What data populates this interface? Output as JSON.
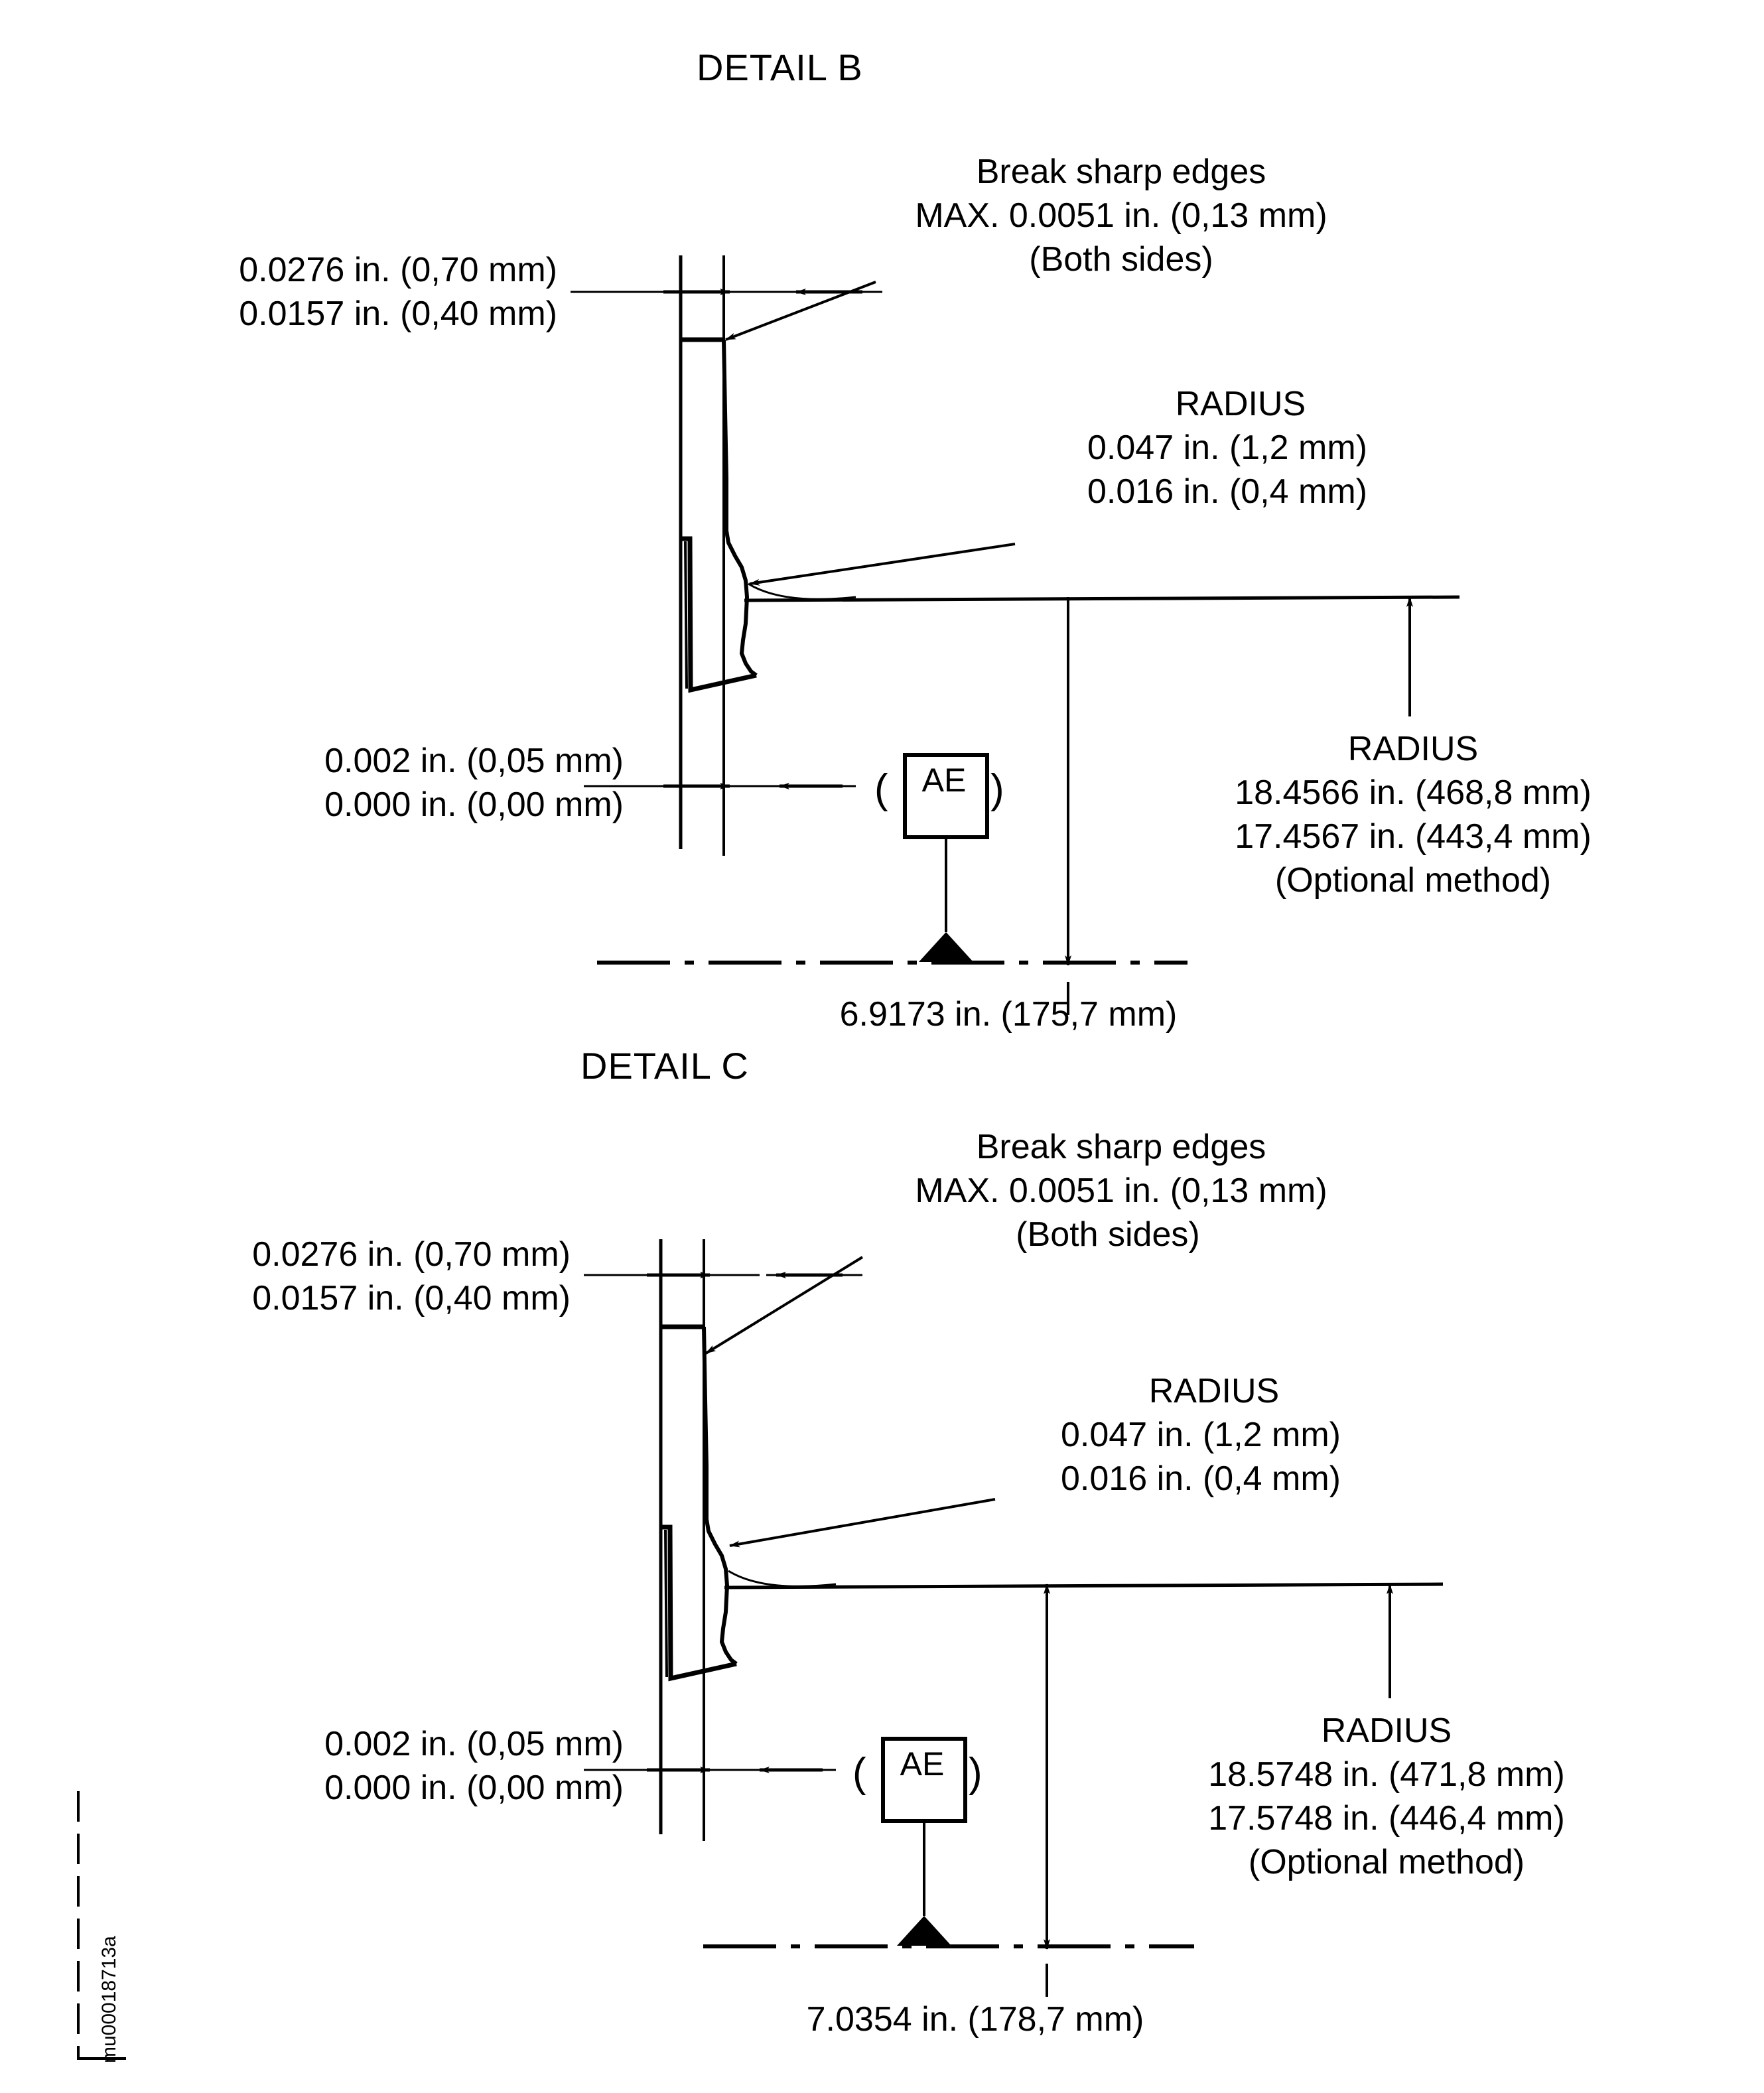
{
  "document": {
    "side_code": "mu00018713a"
  },
  "details": [
    {
      "id": "detail-b",
      "title": "DETAIL B",
      "break_note": {
        "line1": "Break sharp edges",
        "line2": "MAX. 0.0051 in. (0,13 mm)",
        "line3": "(Both sides)"
      },
      "top_dim": {
        "line1": "0.0276 in. (0,70 mm)",
        "line2": "0.0157 in. (0,40 mm)"
      },
      "bottom_dim": {
        "line1": "0.002 in. (0,05 mm)",
        "line2": "0.000 in. (0,00 mm)"
      },
      "small_radius": {
        "title": "RADIUS",
        "line1": "0.047 in. (1,2 mm)",
        "line2": "0.016 in. (0,4 mm)"
      },
      "large_radius": {
        "title": "RADIUS",
        "line1": "18.4566 in. (468,8 mm)",
        "line2": "17.4567 in. (443,4 mm)",
        "line3": "(Optional method)"
      },
      "datum": {
        "label": "AE",
        "open_paren": "(",
        "close_paren": ")"
      },
      "height_dim": "6.9173 in. (175,7 mm)"
    },
    {
      "id": "detail-c",
      "title": "DETAIL C",
      "break_note": {
        "line1": "Break sharp edges",
        "line2": "MAX. 0.0051 in. (0,13 mm)",
        "line3": "(Both sides)"
      },
      "top_dim": {
        "line1": "0.0276 in. (0,70 mm)",
        "line2": "0.0157 in. (0,40 mm)"
      },
      "bottom_dim": {
        "line1": "0.002 in. (0,05 mm)",
        "line2": "0.000 in. (0,00 mm)"
      },
      "small_radius": {
        "title": "RADIUS",
        "line1": "0.047 in. (1,2 mm)",
        "line2": "0.016 in. (0,4 mm)"
      },
      "large_radius": {
        "title": "RADIUS",
        "line1": "18.5748 in. (471,8 mm)",
        "line2": "17.5748 in. (446,4 mm)",
        "line3": "(Optional method)"
      },
      "datum": {
        "label": "AE",
        "open_paren": "(",
        "close_paren": ")"
      },
      "height_dim": "7.0354 in. (178,7 mm)"
    }
  ],
  "colors": {
    "ink": "#000000",
    "paper": "#ffffff"
  }
}
